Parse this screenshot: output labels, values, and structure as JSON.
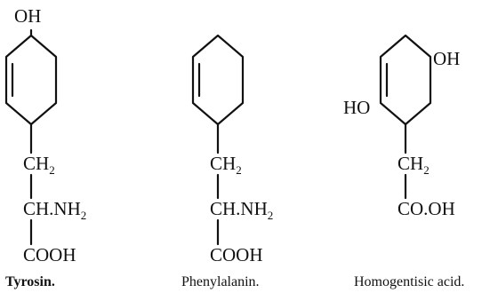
{
  "molecules": {
    "tyrosin": {
      "name": "Tyrosin.",
      "top_group": "OH",
      "ch2": {
        "base": "CH",
        "sub": "2"
      },
      "chnh2": {
        "base": "CH.NH",
        "sub": "2"
      },
      "acid": "COOH"
    },
    "phenylalanin": {
      "name": "Phenylalanin.",
      "ch2": {
        "base": "CH",
        "sub": "2"
      },
      "chnh2": {
        "base": "CH.NH",
        "sub": "2"
      },
      "acid": "COOH"
    },
    "homogentisic": {
      "name": "Homogentisic acid.",
      "oh_right": "OH",
      "oh_left": "HO",
      "ch2": {
        "base": "CH",
        "sub": "2"
      },
      "acid": "CO.OH"
    }
  }
}
